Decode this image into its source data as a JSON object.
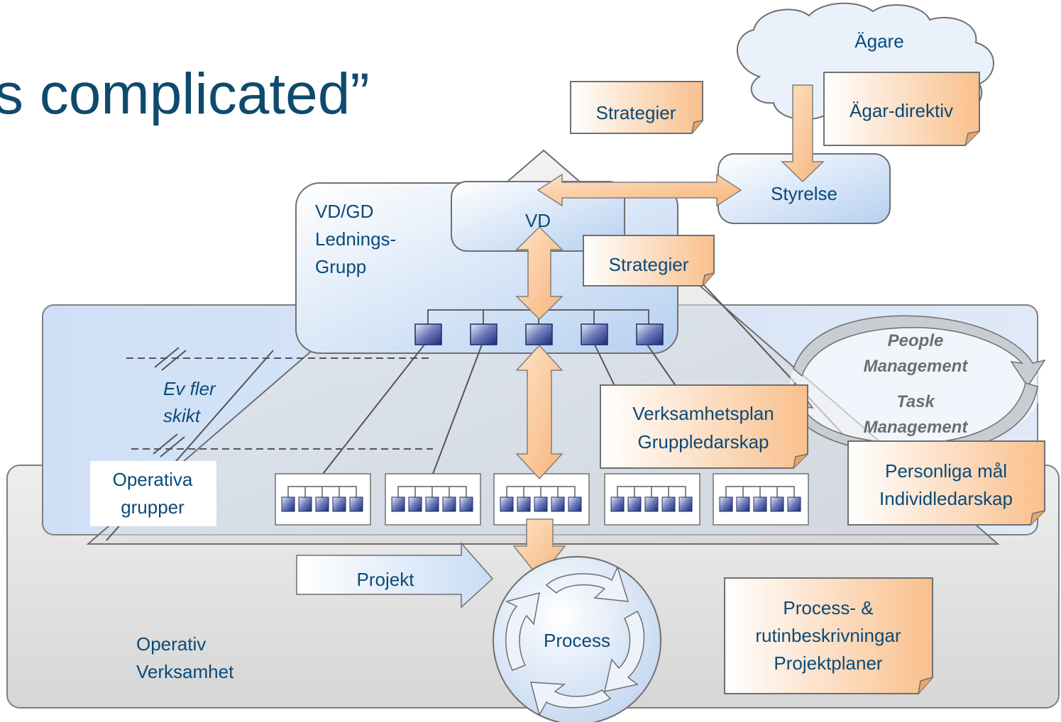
{
  "title": "s complicated”",
  "owner_cloud": "Ägare",
  "owner_directive": "Ägar-direktiv",
  "strategies_top": "Strategier",
  "board": "Styrelse",
  "ceo": "VD",
  "management_group": [
    "VD/GD",
    "Lednings-",
    "Grupp"
  ],
  "strategies_mid": "Strategier",
  "more_layers": [
    "Ev fler",
    "skikt"
  ],
  "operative_groups": [
    "Operativa",
    "grupper"
  ],
  "business_plan": [
    "Verksamhetsplan",
    "Gruppledarskap"
  ],
  "cycle": {
    "people": [
      "People",
      "Management"
    ],
    "task": [
      "Task",
      "Management"
    ]
  },
  "personal_goals": [
    "Personliga mål",
    "Individledarskap"
  ],
  "project": "Projekt",
  "process": "Process",
  "operative_business": [
    "Operativ",
    "Verksamhet"
  ],
  "process_docs": [
    "Process- &",
    "rutinbeskrivningar",
    "Projektplaner"
  ],
  "colors": {
    "text": "#0b4a78",
    "title": "#0f4a6d",
    "note_orange": "#fbc99a",
    "blue_fill": "#c9ddf5",
    "grey_fill": "#dcdcdc"
  }
}
